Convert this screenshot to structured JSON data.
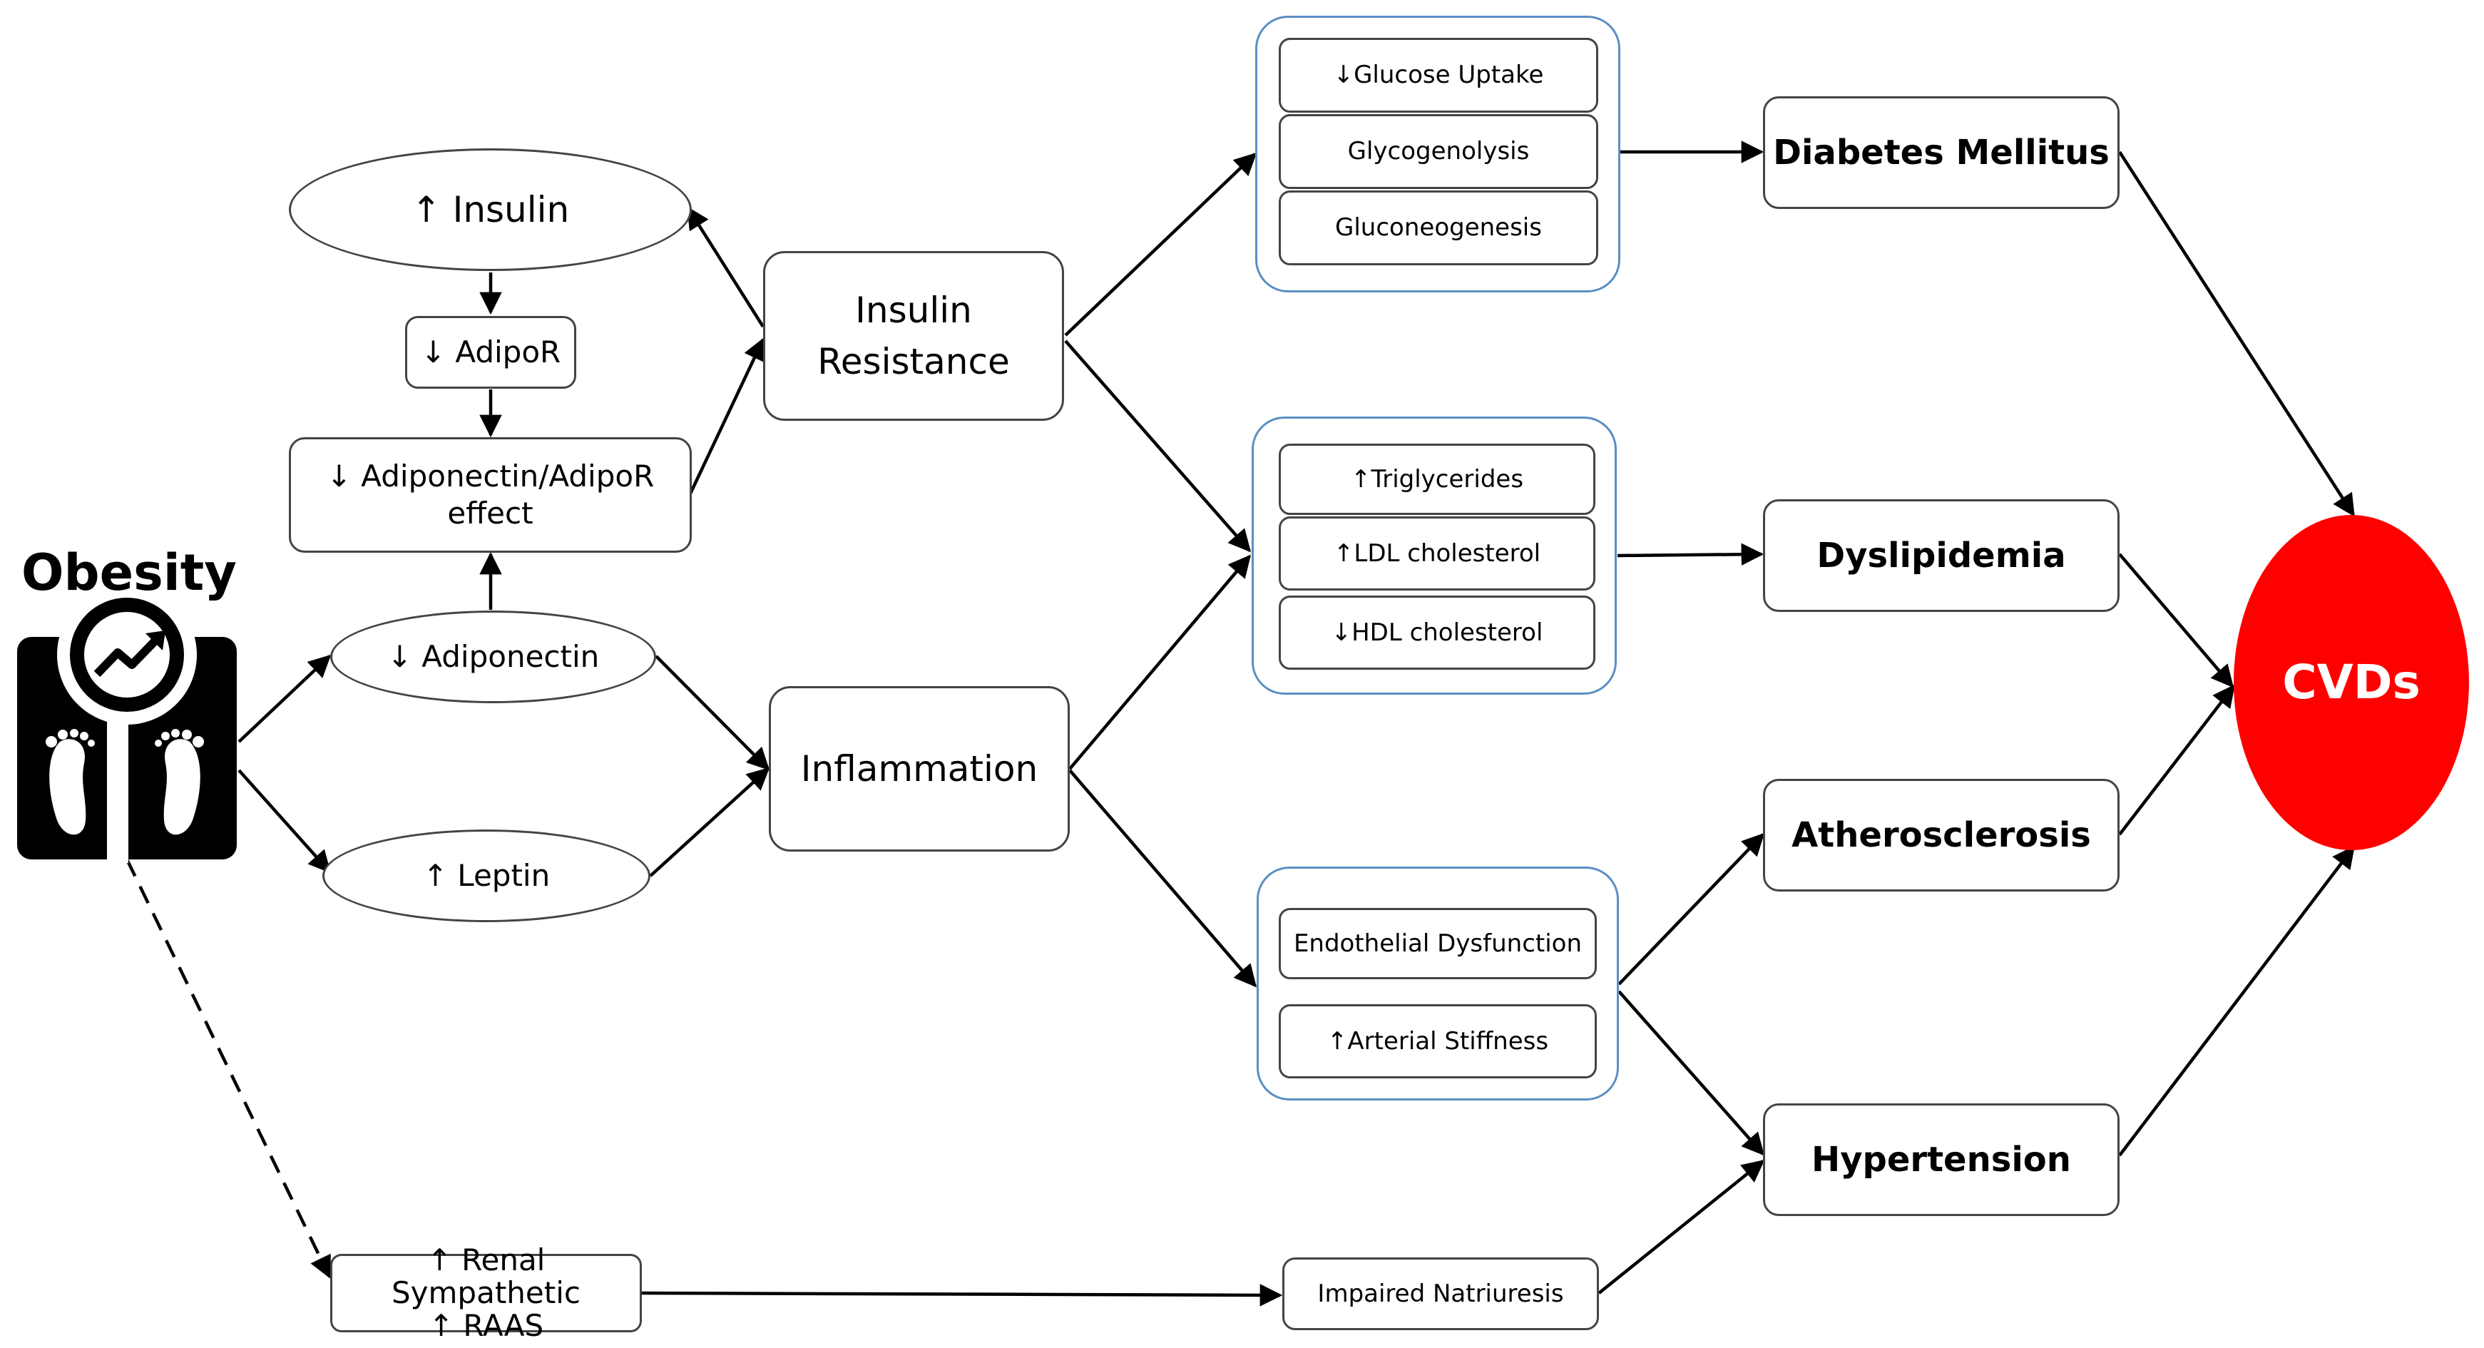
{
  "nodes": {
    "obesity": "Obesity",
    "insulin": "↑ Insulin",
    "adipor": "↓ AdipoR",
    "adiponectin_effect": "↓ Adiponectin/AdipoR effect",
    "adiponectin": "↓ Adiponectin",
    "leptin": "↑ Leptin",
    "insulin_resistance_1": "Insulin",
    "insulin_resistance_2": "Resistance",
    "inflammation": "Inflammation",
    "glucose_uptake": "↓Glucose Uptake",
    "glycogenolysis": "Glycogenolysis",
    "gluconeogenesis": "Gluconeogenesis",
    "triglycerides": "↑Triglycerides",
    "ldl": "↑LDL cholesterol",
    "hdl": "↓HDL cholesterol",
    "endothelial": "Endothelial Dysfunction",
    "arterial": "↑Arterial Stiffness",
    "renal_1": "↑ Renal Sympathetic",
    "renal_2": "↑ RAAS",
    "natriuresis": "Impaired Natriuresis",
    "diabetes": "Diabetes Mellitus",
    "dyslipidemia": "Dyslipidemia",
    "atherosclerosis": "Atherosclerosis",
    "hypertension": "Hypertension",
    "cvds": "CVDs"
  },
  "colors": {
    "cvd_fill": "#ff0000",
    "group_border": "#5b8ec4",
    "node_border": "#444444"
  },
  "icons": [
    "weighing-scale-icon",
    "trend-up-arrow-icon",
    "footprint-icon"
  ]
}
